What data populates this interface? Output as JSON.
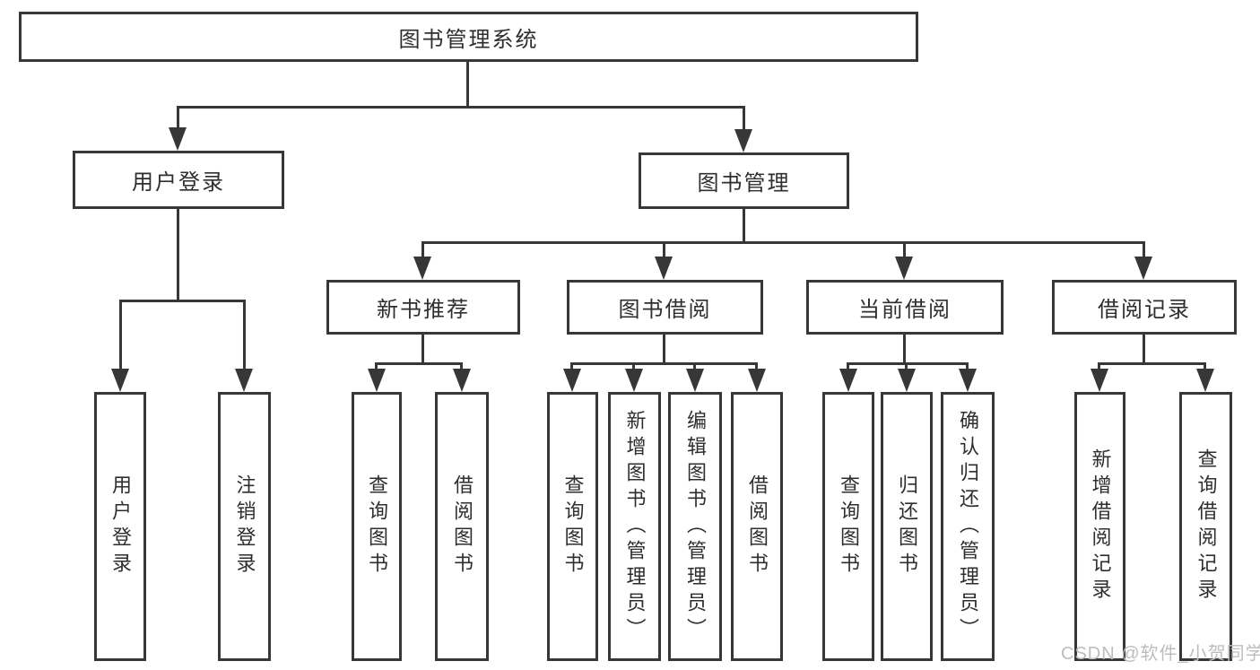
{
  "diagram": {
    "title": "图书管理系统",
    "tree": {
      "root": {
        "label": "图书管理系统"
      },
      "branches": [
        {
          "label": "用户登录",
          "children": [
            {
              "label": "用户登录"
            },
            {
              "label": "注销登录"
            }
          ]
        },
        {
          "label": "图书管理",
          "groups": [
            {
              "label": "新书推荐",
              "children": [
                {
                  "label": "查询图书"
                },
                {
                  "label": "借阅图书"
                }
              ]
            },
            {
              "label": "图书借阅",
              "children": [
                {
                  "label": "查询图书"
                },
                {
                  "label": "新增图书（管理员）"
                },
                {
                  "label": "编辑图书（管理员）"
                },
                {
                  "label": "借阅图书"
                }
              ]
            },
            {
              "label": "当前借阅",
              "children": [
                {
                  "label": "查询图书"
                },
                {
                  "label": "归还图书"
                },
                {
                  "label": "确认归还（管理员）"
                }
              ]
            },
            {
              "label": "借阅记录",
              "children": [
                {
                  "label": "新增借阅记录"
                },
                {
                  "label": "查询借阅记录"
                }
              ]
            }
          ]
        }
      ]
    },
    "watermark": {
      "text": "CSDN @软件_小贺同学"
    },
    "colors": {
      "line": "#373737",
      "box_background": "#ffffff",
      "text": "#2e2e2e",
      "watermark": "#bdbdbd"
    }
  }
}
